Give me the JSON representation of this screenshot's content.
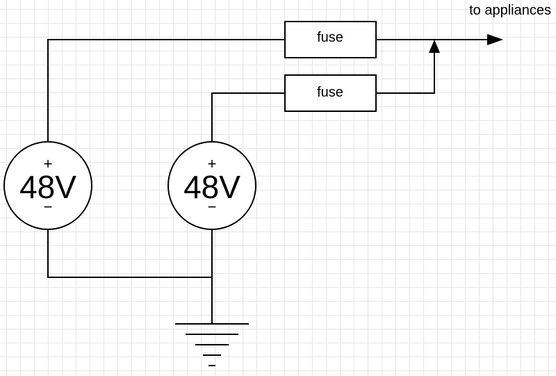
{
  "output_label": "to appliances",
  "fuses": [
    {
      "label": "fuse"
    },
    {
      "label": "fuse"
    }
  ],
  "sources": [
    {
      "voltage": "48V",
      "plus": "+",
      "minus": "−"
    },
    {
      "voltage": "48V",
      "plus": "+",
      "minus": "−"
    }
  ]
}
